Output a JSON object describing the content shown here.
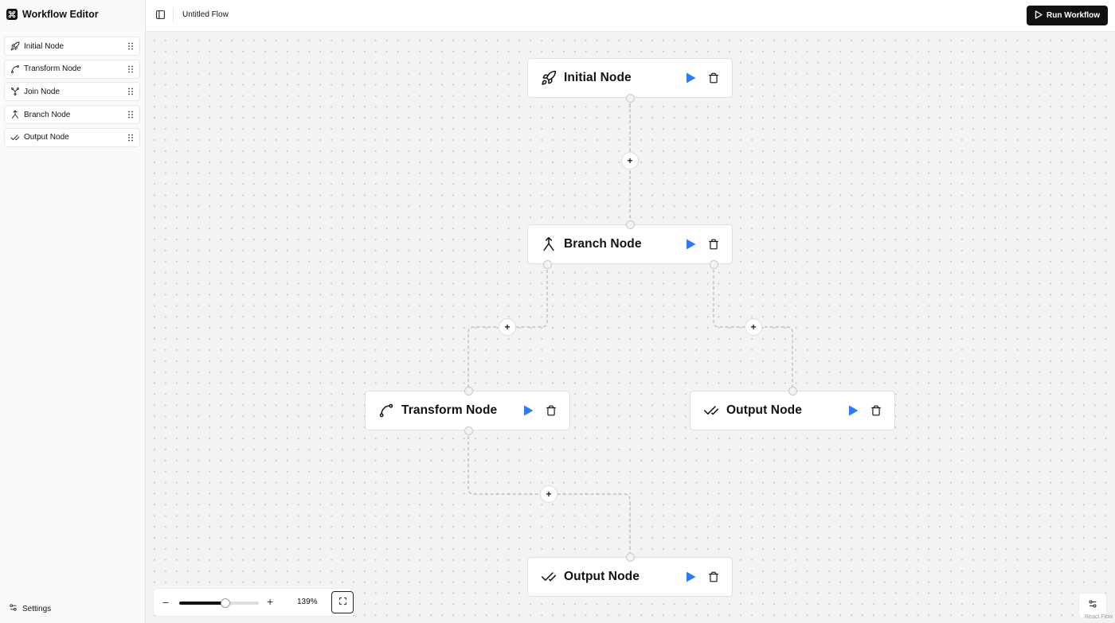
{
  "app": {
    "title": "Workflow Editor",
    "logo_icon": "command-icon"
  },
  "sidebar": {
    "items": [
      {
        "label": "Initial Node",
        "icon": "rocket-icon"
      },
      {
        "label": "Transform Node",
        "icon": "spline-icon"
      },
      {
        "label": "Join Node",
        "icon": "merge-icon"
      },
      {
        "label": "Branch Node",
        "icon": "split-icon"
      },
      {
        "label": "Output Node",
        "icon": "check-check-icon"
      }
    ],
    "settings_label": "Settings"
  },
  "topbar": {
    "flow_title": "Untitled Flow",
    "run_label": "Run Workflow"
  },
  "canvas": {
    "nodes": [
      {
        "id": "initial",
        "label": "Initial Node",
        "icon": "rocket-icon"
      },
      {
        "id": "branch",
        "label": "Branch Node",
        "icon": "split-icon"
      },
      {
        "id": "transform",
        "label": "Transform Node",
        "icon": "spline-icon"
      },
      {
        "id": "output1",
        "label": "Output Node",
        "icon": "check-check-icon"
      },
      {
        "id": "output2",
        "label": "Output Node",
        "icon": "check-check-icon"
      }
    ],
    "edges": [
      {
        "from": "initial",
        "to": "branch"
      },
      {
        "from": "branch",
        "to": "transform"
      },
      {
        "from": "branch",
        "to": "output1"
      },
      {
        "from": "transform",
        "to": "output2"
      }
    ],
    "add_symbol": "+"
  },
  "zoom": {
    "level_text": "139%",
    "slider_fraction": 0.58,
    "minus": "−",
    "plus": "+"
  },
  "attribution": "React Flow",
  "colors": {
    "accent": "#2f7bf5",
    "run_bg": "#111111",
    "canvas_bg": "#f3f3f4"
  }
}
